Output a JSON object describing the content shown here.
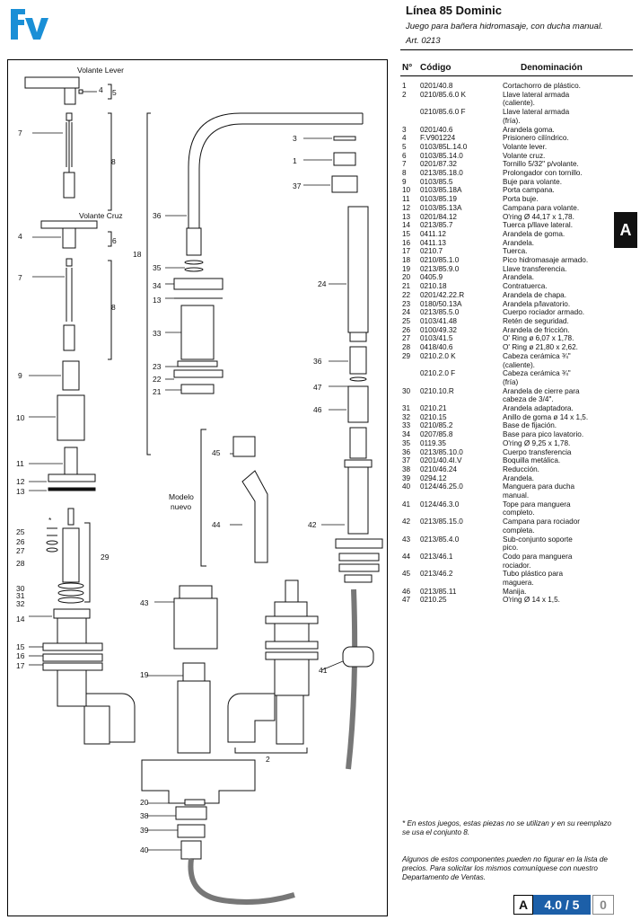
{
  "header": {
    "brand": "fv",
    "title": "Línea 85 Dominic",
    "subtitle": "Juego para bañera hidromasaje, con ducha manual.",
    "article": "Art. 0213"
  },
  "table": {
    "col_no": "N°",
    "col_code": "Código",
    "col_desc": "Denominación",
    "rows": [
      {
        "no": "1",
        "code": "0201/40.8",
        "desc": "Cortachorro de plástico."
      },
      {
        "no": "2",
        "code": "0210/85.6.0 K",
        "desc": "Llave lateral armada"
      },
      {
        "no": "",
        "code": "",
        "desc": "(caliente)."
      },
      {
        "no": "",
        "code": "0210/85.6.0 F",
        "desc": "Llave lateral armada"
      },
      {
        "no": "",
        "code": "",
        "desc": "(fría)."
      },
      {
        "no": "3",
        "code": "0201/40.6",
        "desc": "Arandela goma."
      },
      {
        "no": "4",
        "code": "F.V901224",
        "desc": "Prisionero cilíndrico."
      },
      {
        "no": "5",
        "code": "0103/85L.14.0",
        "desc": "Volante lever."
      },
      {
        "no": "6",
        "code": "0103/85.14.0",
        "desc": "Volante cruz."
      },
      {
        "no": "7",
        "code": "0201/87.32",
        "desc": "Tornillo 5/32\" p/volante."
      },
      {
        "no": "8",
        "code": "0213/85.18.0",
        "desc": "Prolongador con tornillo."
      },
      {
        "no": "9",
        "code": "0103/85.5",
        "desc": "Buje para volante."
      },
      {
        "no": "10",
        "code": "0103/85.18A",
        "desc": "Porta campana."
      },
      {
        "no": "11",
        "code": "0103/85.19",
        "desc": "Porta buje."
      },
      {
        "no": "12",
        "code": "0103/85.13A",
        "desc": "Campana para volante."
      },
      {
        "no": "13",
        "code": "0201/84.12",
        "desc": "O'ring Ø 44,17 x 1,78."
      },
      {
        "no": "14",
        "code": "0213/85.7",
        "desc": "Tuerca p/llave lateral."
      },
      {
        "no": "15",
        "code": "0411.12",
        "desc": "Arandela de goma."
      },
      {
        "no": "16",
        "code": "0411.13",
        "desc": "Arandela."
      },
      {
        "no": "17",
        "code": "0210.7",
        "desc": "Tuerca."
      },
      {
        "no": "18",
        "code": "0210/85.1.0",
        "desc": "Pico hidromasaje armado."
      },
      {
        "no": "19",
        "code": "0213/85.9.0",
        "desc": "Llave transferencia."
      },
      {
        "no": "20",
        "code": "0405.9",
        "desc": "Arandela."
      },
      {
        "no": "21",
        "code": "0210.18",
        "desc": "Contratuerca."
      },
      {
        "no": "22",
        "code": "0201/42.22.R",
        "desc": "Arandela de chapa."
      },
      {
        "no": "23",
        "code": "0180/50.13A",
        "desc": "Arandela p/lavatorio."
      },
      {
        "no": "24",
        "code": "0213/85.5.0",
        "desc": "Cuerpo rociador armado."
      },
      {
        "no": "25",
        "code": "0103/41.48",
        "desc": "Retén de seguridad."
      },
      {
        "no": "26",
        "code": "0100/49.32",
        "desc": "Arandela de fricción."
      },
      {
        "no": "27",
        "code": "0103/41.5",
        "desc": "O' Ring ø 6,07 x 1,78."
      },
      {
        "no": "28",
        "code": "0418/40.6",
        "desc": "O' Ring ø 21,80 x 2,62."
      },
      {
        "no": "29",
        "code": "0210.2.0 K",
        "desc": "Cabeza cerámica ¾\""
      },
      {
        "no": "",
        "code": "",
        "desc": "(caliente)."
      },
      {
        "no": "",
        "code": "0210.2.0 F",
        "desc": "Cabeza cerámica ¾\""
      },
      {
        "no": "",
        "code": "",
        "desc": "(fría)"
      },
      {
        "no": "30",
        "code": "0210.10.R",
        "desc": "Arandela de cierre para"
      },
      {
        "no": "",
        "code": "",
        "desc": "cabeza de 3/4\"."
      },
      {
        "no": "31",
        "code": "0210.21",
        "desc": "Arandela adaptadora."
      },
      {
        "no": "32",
        "code": "0210.15",
        "desc": "Anillo de goma ø 14 x 1,5."
      },
      {
        "no": "33",
        "code": "0210/85.2",
        "desc": "Base de fijación."
      },
      {
        "no": "34",
        "code": "0207/85.8",
        "desc": "Base para pico lavatorio."
      },
      {
        "no": "35",
        "code": "0119.35",
        "desc": "O'ring Ø 9,25 x 1,78."
      },
      {
        "no": "36",
        "code": "0213/85.10.0",
        "desc": "Cuerpo transferencia"
      },
      {
        "no": "37",
        "code": "0201/40.4I.V",
        "desc": "Boquilla metálica."
      },
      {
        "no": "38",
        "code": "0210/46.24",
        "desc": "Reducción."
      },
      {
        "no": "39",
        "code": "0294.12",
        "desc": "Arandela."
      },
      {
        "no": "40",
        "code": "0124/46.25.0",
        "desc": "Manguera para ducha"
      },
      {
        "no": "",
        "code": "",
        "desc": "manual."
      },
      {
        "no": "41",
        "code": "0124/46.3.0",
        "desc": "Tope para manguera"
      },
      {
        "no": "",
        "code": "",
        "desc": "completo."
      },
      {
        "no": "42",
        "code": "0213/85.15.0",
        "desc": "Campana para rociador"
      },
      {
        "no": "",
        "code": "",
        "desc": "completa."
      },
      {
        "no": "43",
        "code": "0213/85.4.0",
        "desc": "Sub-conjunto soporte"
      },
      {
        "no": "",
        "code": "",
        "desc": "pico."
      },
      {
        "no": "44",
        "code": "0213/46.1",
        "desc": "Codo para manguera"
      },
      {
        "no": "",
        "code": "",
        "desc": "rociador."
      },
      {
        "no": "45",
        "code": "0213/46.2",
        "desc": "Tubo plástico para"
      },
      {
        "no": "",
        "code": "",
        "desc": "maguera."
      },
      {
        "no": "46",
        "code": "0213/85.11",
        "desc": "Manija."
      },
      {
        "no": "47",
        "code": "0210.25",
        "desc": "O'ring Ø 14 x 1,5."
      }
    ]
  },
  "side_tab": "A",
  "notes": {
    "note1": "* En estos juegos, estas piezas no se utilizan y en su reemplazo se usa el conjunto 8.",
    "note2": "Algunos de estos componentes pueden no figurar en la lista de precios. Para solicitar los mismos comuníquese con nuestro Departamento de Ventas."
  },
  "page": {
    "section": "A",
    "number": "4.0 / 5",
    "rev": "0"
  },
  "diagram": {
    "volante_lever": "Volante Lever",
    "volante_cruz": "Volante Cruz",
    "modelo_nuevo_1": "Modelo",
    "modelo_nuevo_2": "nuevo",
    "star": "*"
  },
  "colors": {
    "ink": "#111111",
    "part_fill": "#ffffff",
    "tab_bg": "#111111"
  }
}
